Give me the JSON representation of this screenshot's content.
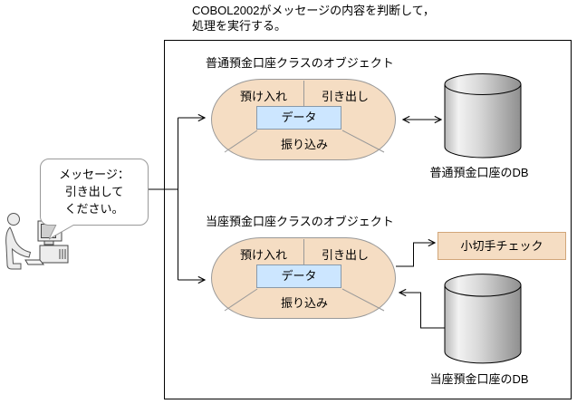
{
  "note": {
    "line1": "COBOL2002がメッセージの内容を判断して，",
    "line2": "処理を実行する。"
  },
  "message_bubble": {
    "line1": "メッセージ：",
    "line2": "引き出して",
    "line3": "ください。"
  },
  "ordinary_account": {
    "title": "普通預金口座クラスのオブジェクト",
    "method_deposit": "預け入れ",
    "method_withdraw": "引き出し",
    "method_transfer": "振り込み",
    "data_label": "データ",
    "db_label": "普通預金口座のDB"
  },
  "checking_account": {
    "title": "当座預金口座クラスのオブジェクト",
    "method_deposit": "預け入れ",
    "method_withdraw": "引き出し",
    "method_transfer": "振り込み",
    "data_label": "データ",
    "db_label": "当座預金口座のDB",
    "check_label": "小切手チェック"
  },
  "colors": {
    "object_fill": "#f5ddc3",
    "object_border": "#999999",
    "data_fill": "#cce6ff",
    "data_border": "#8899aa",
    "check_fill": "#f5ddc3",
    "check_border": "#d2a679",
    "bubble_border": "#999999",
    "line": "#000000"
  }
}
